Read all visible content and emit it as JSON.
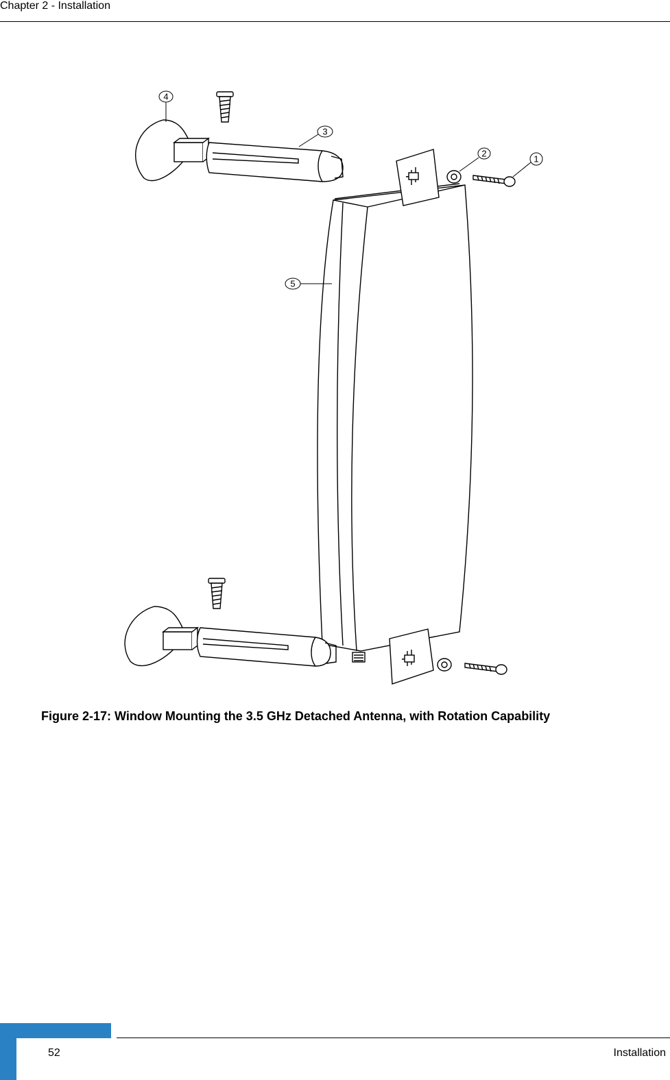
{
  "header": {
    "chapter": "Chapter 2 - Installation"
  },
  "figure": {
    "callouts": [
      "1",
      "2",
      "3",
      "4",
      "5"
    ]
  },
  "caption": "Figure 2-17: Window Mounting the 3.5 GHz Detached Antenna, with Rotation Capability",
  "footer": {
    "page_number": "52",
    "section": "Installation",
    "accent_color": "#2a82c4"
  }
}
